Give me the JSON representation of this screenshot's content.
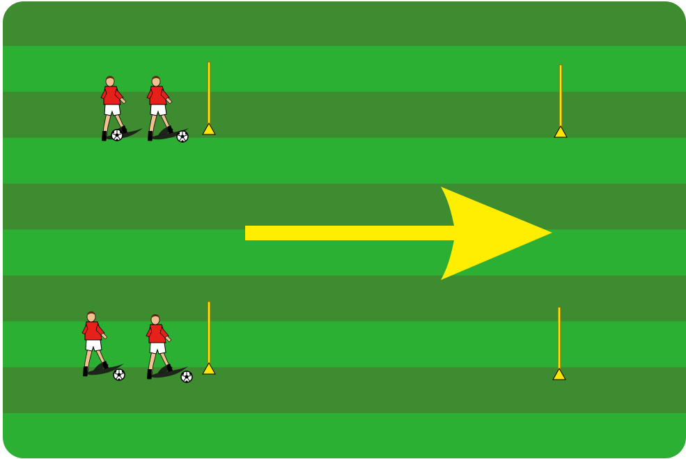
{
  "colors": {
    "stripe_dark": "#3d8c2f",
    "stripe_light": "#2bb034",
    "arrow": "#ffee00",
    "cone": "#ffe600",
    "pole": "#ffe600",
    "pole_outline": "#8a6a00",
    "jersey": "#e8201a",
    "shorts": "#ffffff",
    "skin": "#f0c090",
    "hair": "#5a2a12",
    "shadow": "#1a1a1a"
  },
  "pitch": {
    "stripe_count": 10,
    "first_stripe": "dark"
  },
  "arrow": {
    "direction": "right",
    "icon": "arrow-right-icon"
  },
  "lanes": [
    {
      "name": "top-lane",
      "players": [
        {
          "icon": "player-dribbling-icon",
          "ball": true
        },
        {
          "icon": "player-dribbling-icon",
          "ball": true
        }
      ],
      "poles": [
        {
          "icon": "pole-cone-icon",
          "role": "start"
        },
        {
          "icon": "pole-cone-icon",
          "role": "end"
        }
      ]
    },
    {
      "name": "bottom-lane",
      "players": [
        {
          "icon": "player-dribbling-icon",
          "ball": true
        },
        {
          "icon": "player-dribbling-icon",
          "ball": true
        }
      ],
      "poles": [
        {
          "icon": "pole-cone-icon",
          "role": "start"
        },
        {
          "icon": "pole-cone-icon",
          "role": "end"
        }
      ]
    }
  ]
}
